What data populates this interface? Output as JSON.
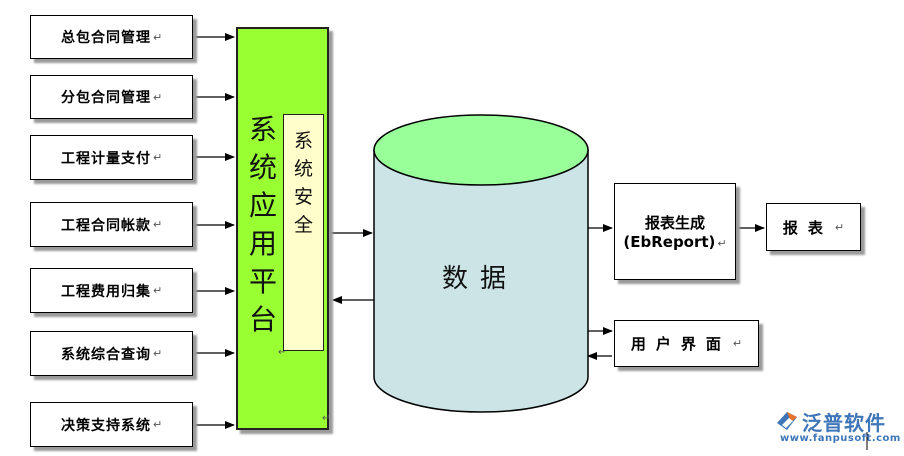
{
  "modules": [
    {
      "label": "总包合同管理",
      "mark": "↵"
    },
    {
      "label": "分包合同管理",
      "mark": "↵"
    },
    {
      "label": "工程计量支付",
      "mark": "↵"
    },
    {
      "label": "工程合同帐款",
      "mark": "↵"
    },
    {
      "label": "工程费用归集",
      "mark": "↵"
    },
    {
      "label": "系统综合查询",
      "mark": "↵"
    },
    {
      "label": "决策支持系统",
      "mark": "↵"
    }
  ],
  "platform": {
    "title": "系统应用平台",
    "mark": "↵"
  },
  "security": {
    "title": "系统安全",
    "mark": "↵"
  },
  "database": {
    "label": "数据"
  },
  "report_generator": {
    "line1": "报表生成",
    "line2": "(EbReport)",
    "mark": "↵"
  },
  "report": {
    "label": "报表",
    "mark": "↵"
  },
  "user_interface": {
    "label": "用户界面",
    "mark": "↵"
  },
  "logo": {
    "name": "泛普软件",
    "url": "www.fanpusoft.com"
  },
  "colors": {
    "platform": "#99ff33",
    "security": "#ffffcc",
    "database_top": "#99ff99",
    "database_body": "#cce4e6",
    "logo": "#3f76b8",
    "logo_accent": "#e8742a"
  }
}
